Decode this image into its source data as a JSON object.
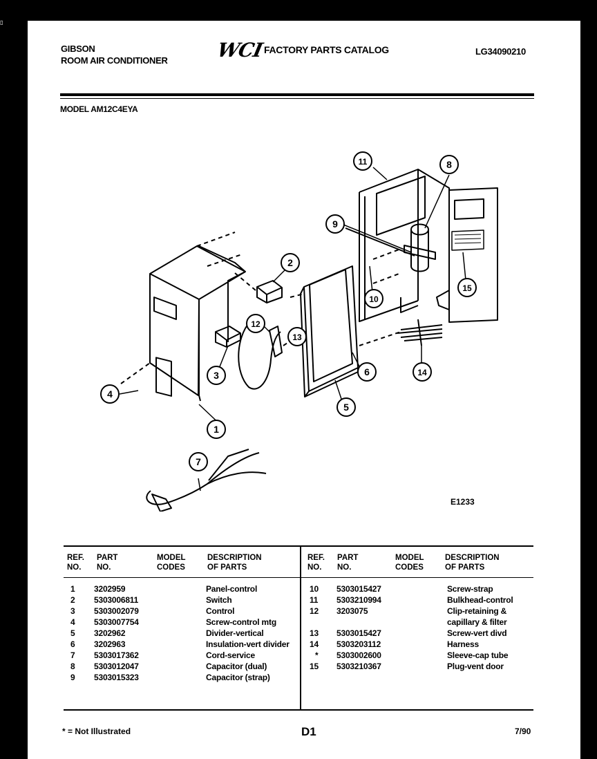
{
  "header": {
    "brand_line1": "GIBSON",
    "brand_line2": "ROOM AIR CONDITIONER",
    "logo": "WCI",
    "catalog_title": "FACTORY PARTS CATALOG",
    "doc_number": "LG34090210",
    "model": "MODEL AM12C4EYA"
  },
  "diagram": {
    "figure_code": "E1233",
    "callouts": [
      "1",
      "2",
      "3",
      "4",
      "5",
      "6",
      "7",
      "8",
      "9",
      "10",
      "11",
      "12",
      "13",
      "14",
      "15"
    ]
  },
  "table": {
    "headers": {
      "ref_line1": "REF.",
      "ref_line2": "NO.",
      "part_line1": "PART",
      "part_line2": "NO.",
      "model_line1": "MODEL",
      "model_line2": "CODES",
      "desc_line1": "DESCRIPTION",
      "desc_line2": "OF PARTS"
    },
    "left_rows": [
      {
        "ref": "1",
        "part": "3202959",
        "desc": "Panel-control"
      },
      {
        "ref": "2",
        "part": "5303006811",
        "desc": "Switch"
      },
      {
        "ref": "3",
        "part": "5303002079",
        "desc": "Control"
      },
      {
        "ref": "4",
        "part": "5303007754",
        "desc": "Screw-control mtg"
      },
      {
        "ref": "5",
        "part": "3202962",
        "desc": "Divider-vertical"
      },
      {
        "ref": "6",
        "part": "3202963",
        "desc": "Insulation-vert divider"
      },
      {
        "ref": "7",
        "part": "5303017362",
        "desc": "Cord-service"
      },
      {
        "ref": "8",
        "part": "5303012047",
        "desc": "Capacitor (dual)"
      },
      {
        "ref": "9",
        "part": "5303015323",
        "desc": "Capacitor (strap)"
      }
    ],
    "right_rows": [
      {
        "ref": "10",
        "part": "5303015427",
        "desc": "Screw-strap"
      },
      {
        "ref": "11",
        "part": "5303210994",
        "desc": "Bulkhead-control"
      },
      {
        "ref": "12",
        "part": "3203075",
        "desc": "Clip-retaining &"
      },
      {
        "ref": "",
        "part": "",
        "desc": "capillary & filter"
      },
      {
        "ref": "13",
        "part": "5303015427",
        "desc": "Screw-vert divd"
      },
      {
        "ref": "14",
        "part": "5303203112",
        "desc": "Harness"
      },
      {
        "ref": "*",
        "part": "5303002600",
        "desc": "Sleeve-cap tube"
      },
      {
        "ref": "15",
        "part": "5303210367",
        "desc": "Plug-vent door"
      }
    ]
  },
  "footer": {
    "note": "* = Not Illustrated",
    "page": "D1",
    "date": "7/90"
  }
}
